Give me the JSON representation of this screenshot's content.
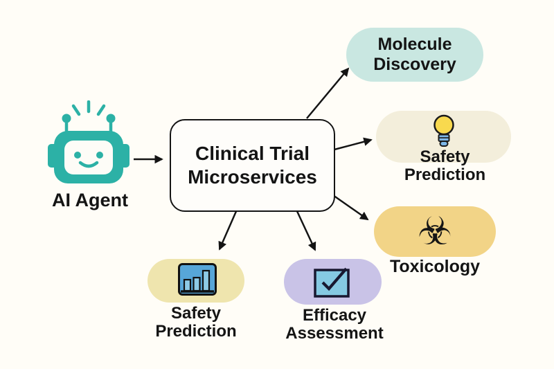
{
  "colors": {
    "background": "#fffdf7",
    "ink": "#141414",
    "agent_teal": "#2cb1a6",
    "bulb_yellow": "#f8d94e",
    "bulb_base_blue": "#7db7e8",
    "chart_blue": "#57a6d8",
    "chart_bar_blue": "#8ecae6",
    "checkbox_blue": "#85c9e2"
  },
  "agent": {
    "label": "AI Agent",
    "icon": "robot-icon"
  },
  "hub": {
    "line1": "Clinical Trial",
    "line2": "Microservices"
  },
  "services": {
    "molecule": {
      "line1": "Molecule",
      "line2": "Discovery",
      "pill_color": "#c9e7e1",
      "icon": "none"
    },
    "safety_right": {
      "line1": "Safety",
      "line2": "Prediction",
      "pill_color": "#f3eedb",
      "icon": "lightbulb-icon"
    },
    "toxicology": {
      "line1": "Toxicology",
      "pill_color": "#f2d487",
      "icon": "biohazard-icon",
      "glyph": "☣"
    },
    "safety_bottom": {
      "line1": "Safety",
      "line2": "Prediction",
      "pill_color": "#efe5ae",
      "icon": "bar-chart-icon"
    },
    "efficacy": {
      "line1": "Efficacy",
      "line2": "Assessment",
      "pill_color": "#c9c3e7",
      "icon": "checkbox-icon"
    }
  }
}
